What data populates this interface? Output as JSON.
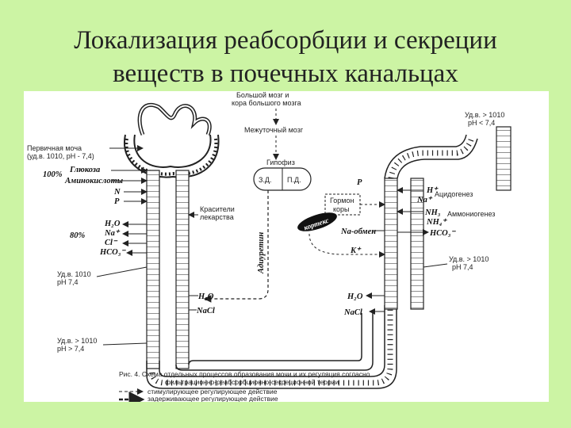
{
  "slide": {
    "title_line1": "Локализация реабсорбции и секреции",
    "title_line2": "веществ в почечных канальцах"
  },
  "figure": {
    "brain_cortex_line1": "Большой мозг и",
    "brain_cortex_line2": "кора большого мозга",
    "diencephalon": "Межуточный мозг",
    "hypophysis": "Гипофиз",
    "lobe_left": "З.Д.",
    "lobe_right": "П.Д.",
    "adiuretin": "Адиуретин",
    "primary_urine_line1": "Первичная моча",
    "primary_urine_line2": "(уд.в. 1010, рН - 7,4)",
    "pct_100": "100%",
    "glucose": "Глюкоза",
    "amino": "Аминокислоты",
    "n_label": "N",
    "p_label": "P",
    "dyes_line1": "Красители",
    "dyes_line2": "лекарства",
    "pct_80": "80%",
    "h2o": "H₂O",
    "na": "Na⁺",
    "cl": "Cl⁻",
    "hco3": "HCO₃⁻",
    "sg_1010_line1": "Уд.в. 1010",
    "sg_1010_line2": "рН 7,4",
    "sg_low_line1": "Уд.в. > 1010",
    "sg_low_line2": "рН > 7,4",
    "sg_top_line1": "Уд.в. > 1010",
    "sg_top_line2": "рН < 7,4",
    "sg_right_line1": "Уд.в. > 1010",
    "sg_right_line2": "рН 7,4",
    "acidogenesis": "Ацидогенез",
    "ammoniogenesis": "Аммониогенез",
    "h_plus": "H⁺",
    "nh3": "NH₃",
    "nh4": "NH₄⁺",
    "cortex": "кортекс",
    "gormon_line1": "Гормон",
    "gormon_line2": "коры",
    "na_exchange": "Na-обмен",
    "k_plus": "K⁺",
    "mid_h2o": "H₂O",
    "mid_nacl": "NaCl",
    "right_h2o": "H₂O",
    "right_nacl": "NaCl",
    "caption_line1": "Рис. 4.  Схема отдельных процессов образования мочи и их регуляция согласно",
    "caption_line2": "фильтрационно-реабсорбционно-секреционной теории",
    "legend_stim": "стимулирующее регулирующее действие",
    "legend_inhib": "задерживающее регулирующее действие"
  }
}
